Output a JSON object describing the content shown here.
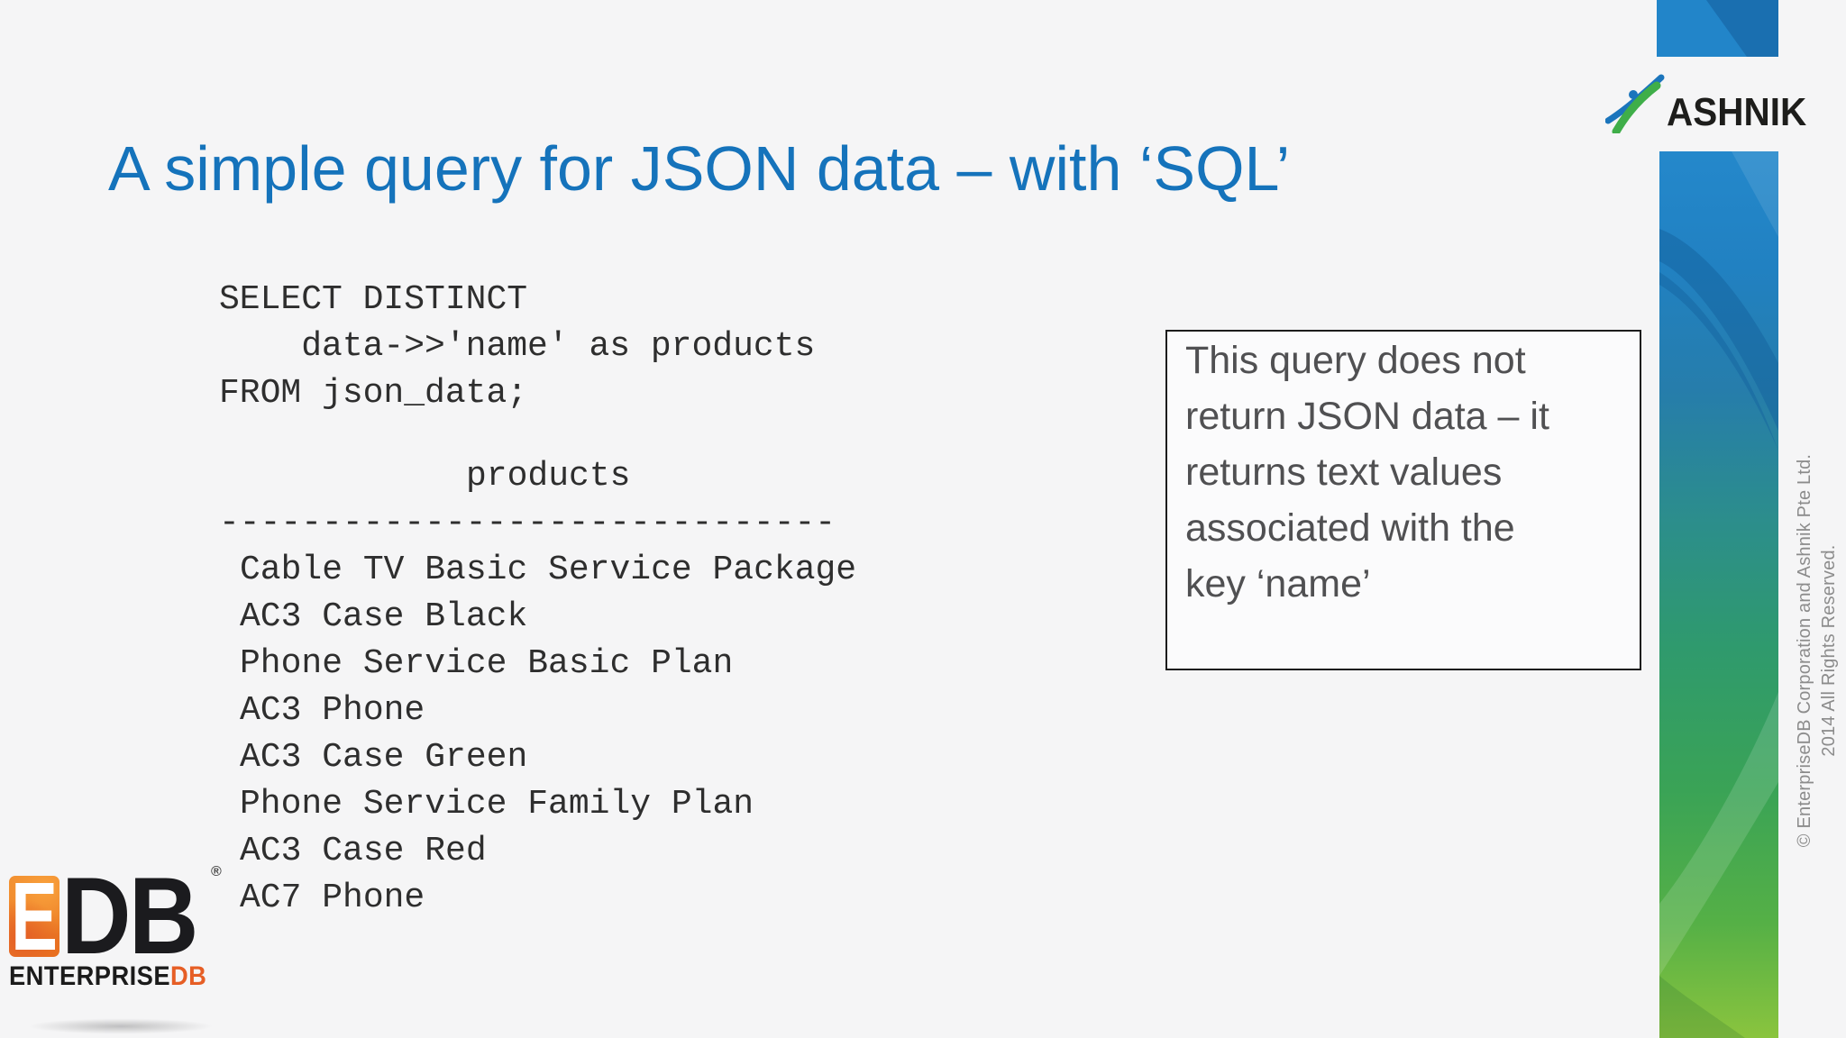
{
  "slide": {
    "title": "A simple query for JSON data – with ‘SQL’"
  },
  "code": {
    "query_lines": [
      "SELECT DISTINCT",
      "    data->>'name' as products",
      "FROM json_data;"
    ],
    "result": {
      "header": "products",
      "separator": "------------------------------",
      "rows": [
        "Cable TV Basic Service Package",
        "AC3 Case Black",
        "Phone Service Basic Plan",
        "AC3 Phone",
        "AC3 Case Green",
        "Phone Service Family Plan",
        "AC3 Case Red",
        "AC7 Phone"
      ]
    }
  },
  "note_box": {
    "lines": [
      "This query does not",
      "return JSON data – it",
      "returns text values",
      "associated with the",
      "key ‘name’"
    ]
  },
  "ashnik_logo": {
    "wordmark": "ASHNIK"
  },
  "edb_logo": {
    "e": "E",
    "db": "DB",
    "registered": "®",
    "wordmark_black": "ENTERPRISE",
    "wordmark_orange": "DB"
  },
  "copyright": {
    "line1": "© EnterpriseDB Corporation and Ashnik Pte Ltd.",
    "line2": "2014 All Rights Reserved."
  },
  "colors": {
    "title_blue": "#1573bb",
    "band_blue_top": "#2285c9",
    "band_green_bottom": "#8ac43e",
    "ashnik_blue": "#1b75bc",
    "ashnik_green": "#3fae49",
    "edb_orange": "#ee7623",
    "note_border": "#1c1c1c",
    "note_text": "#505052",
    "copyright_gray": "#8c8c8c"
  }
}
